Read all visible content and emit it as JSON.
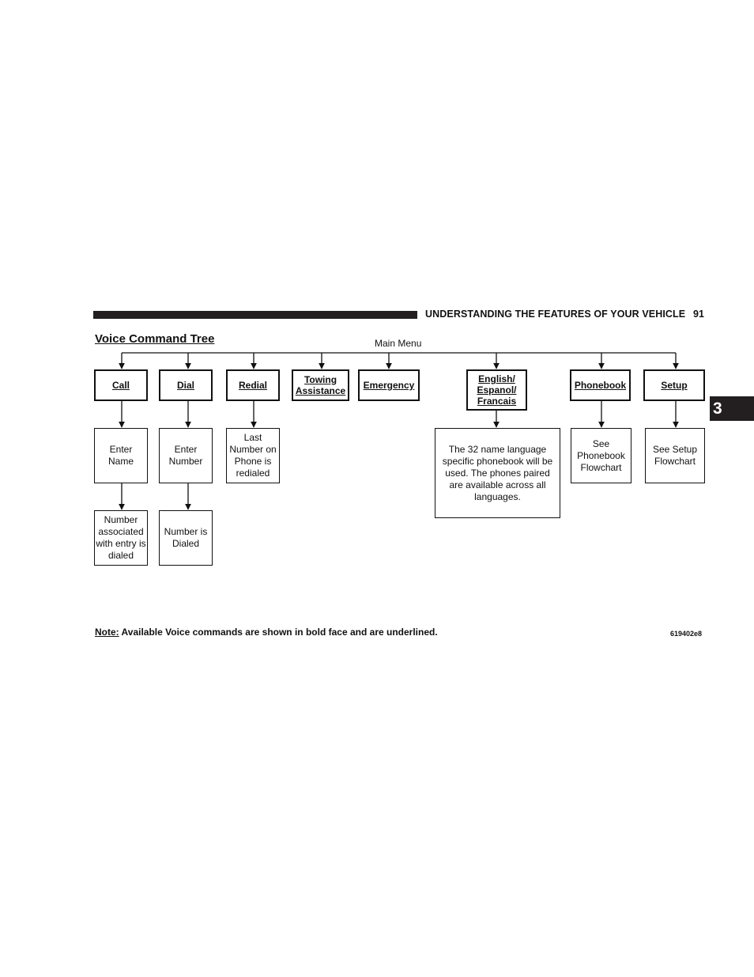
{
  "header": {
    "title": "UNDERSTANDING THE FEATURES OF YOUR VEHICLE",
    "page_number": "91",
    "chapter": "3"
  },
  "diagram": {
    "title": "Voice Command Tree",
    "root": "Main Menu",
    "commands": {
      "call": "Call",
      "dial": "Dial",
      "redial": "Redial",
      "towing": "Towing Assistance",
      "emergency": "Emergency",
      "language": "English/ Espanol/ Francais",
      "phonebook": "Phonebook",
      "setup": "Setup"
    },
    "results": {
      "enter_name": "Enter Name",
      "enter_number": "Enter Number",
      "last_number": "Last Number on Phone is redialed",
      "language_info": "The 32 name language specific phonebook will be used. The phones paired are available across all languages.",
      "see_phonebook": "See Phonebook Flowchart",
      "see_setup": "See Setup Flowchart",
      "number_associated": "Number associated with entry is dialed",
      "number_dialed": "Number is Dialed"
    }
  },
  "footer": {
    "note_label": "Note:",
    "note_text": " Available Voice commands are shown in bold face and are underlined.",
    "figure_code": "619402e8"
  }
}
